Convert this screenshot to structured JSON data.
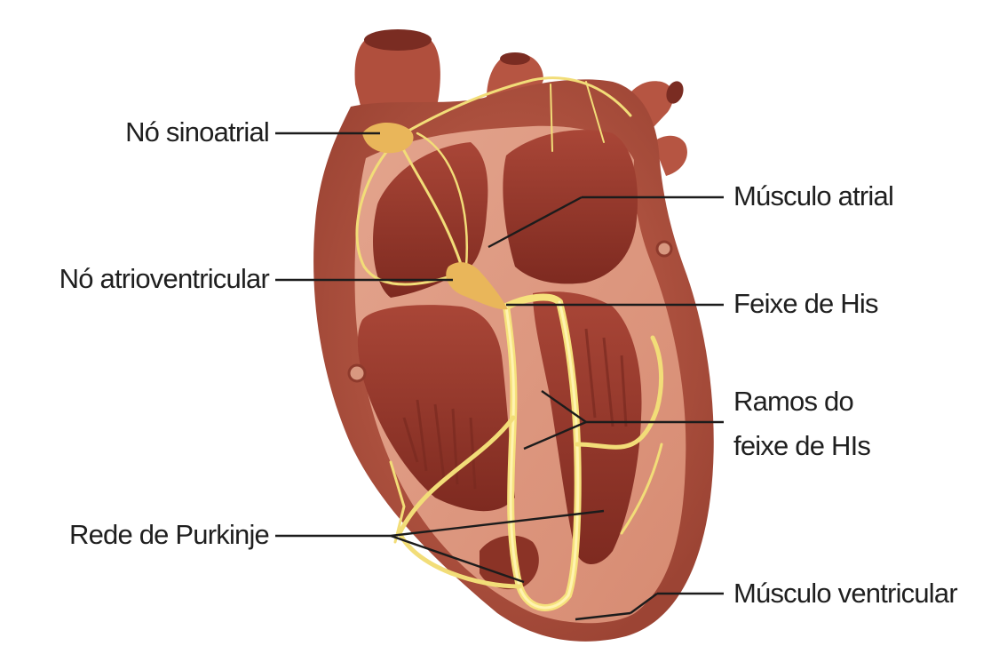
{
  "labels": {
    "sinoatrial_node": "Nó sinoatrial",
    "av_node": "Nó atrioventricular",
    "purkinje": "Rede de Purkinje",
    "atrial_muscle": "Músculo atrial",
    "his_bundle": "Feixe de His",
    "bundle_branches_line1": "Ramos do",
    "bundle_branches_line2": "feixe de HIs",
    "ventricular_muscle": "Músculo ventricular"
  },
  "colors": {
    "myocardium": "#b35442",
    "myocardium_dark": "#8e3a2c",
    "cavity": "#9a3b2e",
    "septum_light": "#d99880",
    "conduction": "#f2dd78",
    "node": "#e9b65a",
    "leader_line": "#1c1c1c"
  }
}
